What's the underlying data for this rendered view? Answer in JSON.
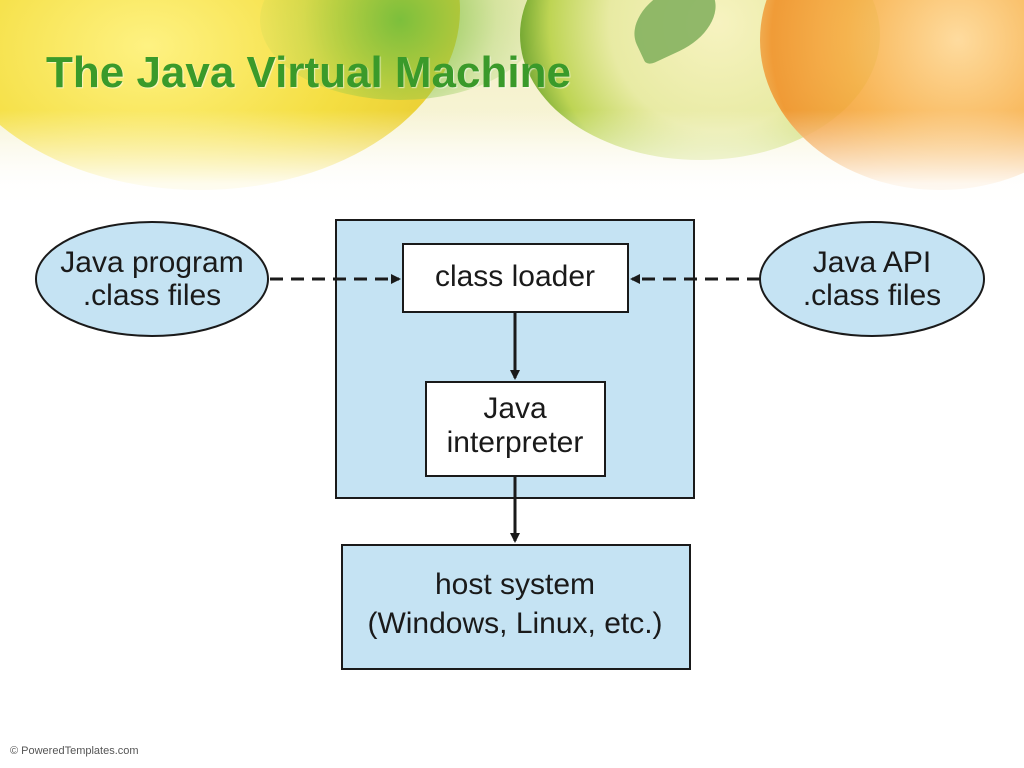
{
  "slide": {
    "title": "The Java Virtual Machine",
    "footer": "© PoweredTemplates.com"
  },
  "diagram": {
    "left_ellipse": {
      "line1": "Java program",
      "line2": ".class files"
    },
    "right_ellipse": {
      "line1": "Java API",
      "line2": ".class files"
    },
    "class_loader": "class loader",
    "interpreter": {
      "line1": "Java",
      "line2": "interpreter"
    },
    "host": {
      "line1": "host system",
      "line2": "(Windows, Linux, etc.)"
    },
    "colors": {
      "box_fill": "#c5e3f3",
      "title_green": "#3a9a2a"
    }
  }
}
